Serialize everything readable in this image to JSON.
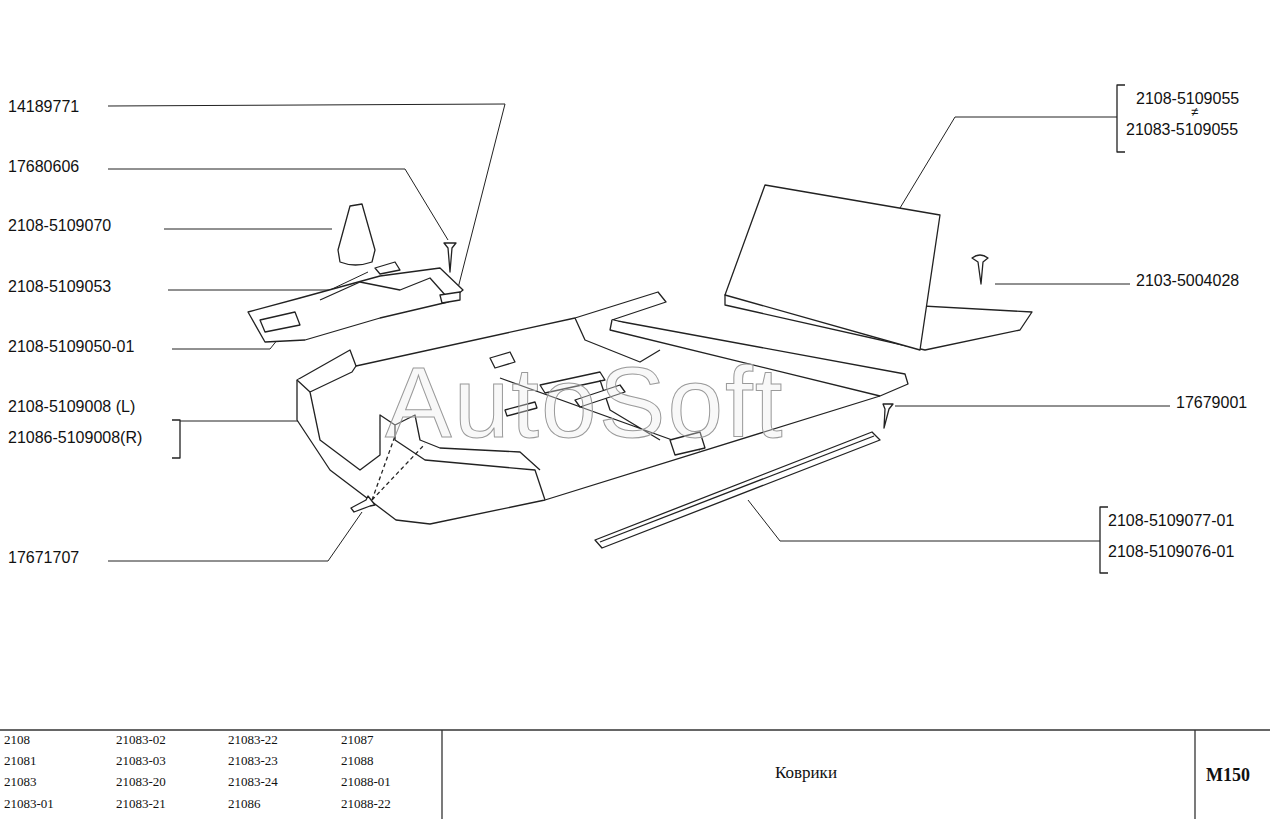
{
  "diagram": {
    "title": "Коврики",
    "labels": [
      "14189771",
      "17680606",
      "2108-5109070",
      "2108-5109053",
      "2108-5109050-01",
      "2108-5109008  (L)",
      "21086-5109008(R)",
      "17671707",
      "2108-5109055",
      "≠",
      "21083-5109055",
      "2103-5004028",
      "17679001",
      "2108-5109077-01",
      "2108-5109076-01",
      "AutoSoft",
      "2108",
      "21083-02",
      "21083-22",
      "21087",
      "21081",
      "21083-03",
      "21083-23",
      "21088",
      "21083",
      "21083-20",
      "21083-24",
      "21088-01",
      "21083-01",
      "21083-21",
      "21086",
      "21088-22",
      "M150"
    ]
  }
}
